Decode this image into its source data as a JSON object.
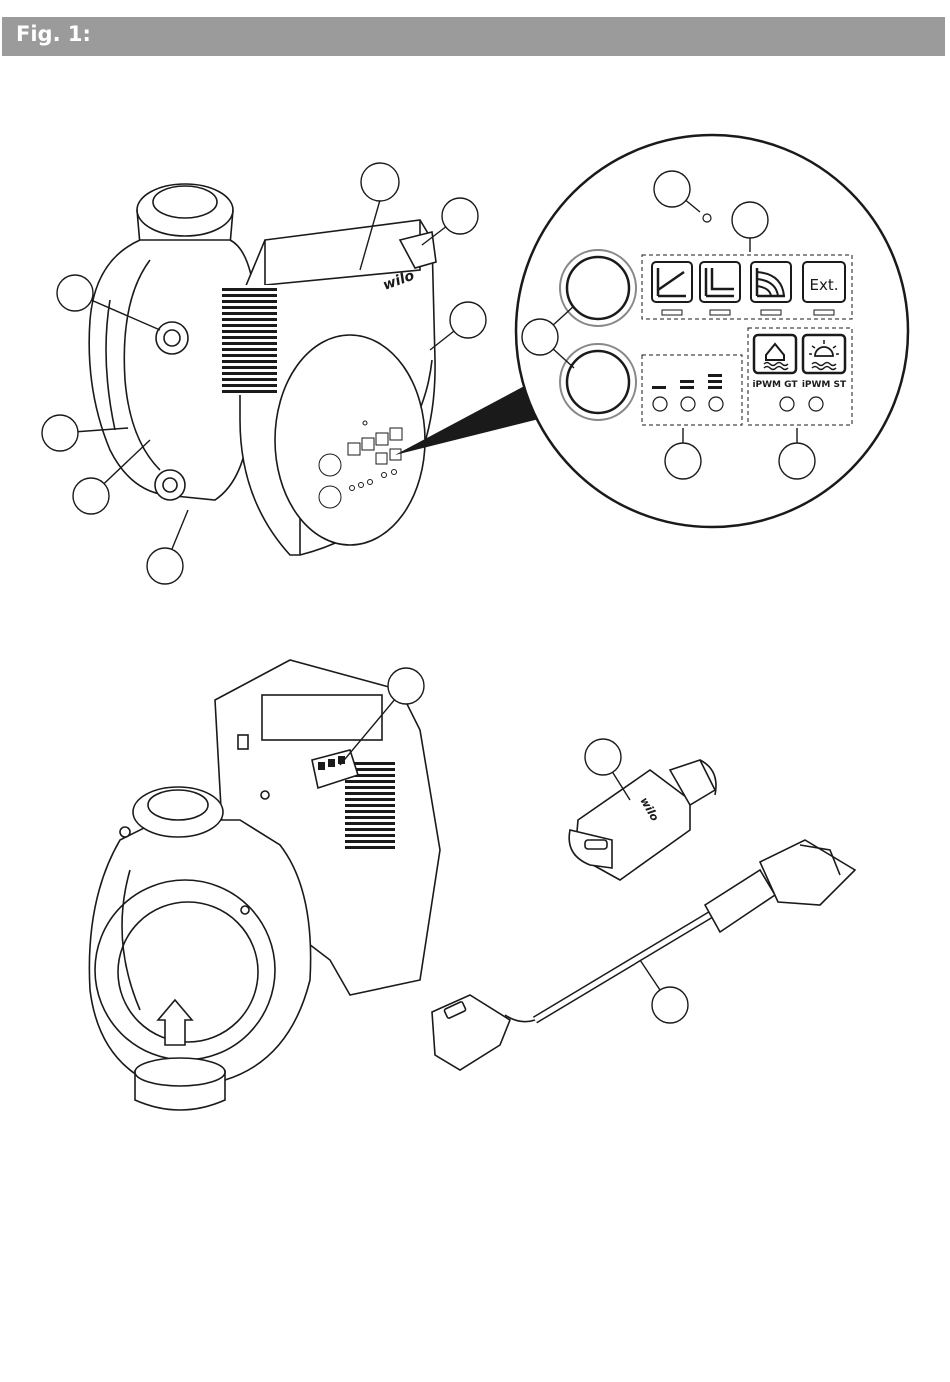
{
  "header": {
    "title": "Fig. 1:"
  },
  "pump_brand_label": "wilo",
  "connector_brand_label": "wilo",
  "detail_panel": {
    "mode_icons": [
      "variable-pressure-icon",
      "constant-pressure-icon",
      "constant-speed-icon",
      "external-control-icon"
    ],
    "ext_label": "Ext.",
    "pwm_profiles": [
      {
        "icon": "house-heating-icon",
        "label": "iPWM GT"
      },
      {
        "icon": "solar-thermal-icon",
        "label": "iPWM ST"
      }
    ]
  },
  "colors": {
    "header": "#9b9b9b",
    "line": "#1a1a1a",
    "housing": "#ffffff",
    "shadow": "#8a8a8a"
  }
}
